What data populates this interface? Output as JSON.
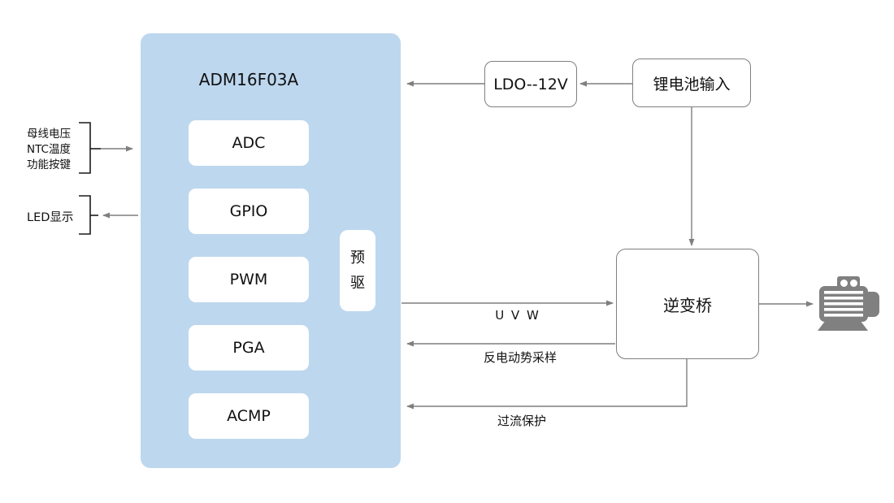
{
  "diagram": {
    "chip": {
      "title": "ADM16F03A",
      "blocks": [
        "ADC",
        "GPIO",
        "PWM",
        "PGA",
        "ACMP"
      ],
      "predriver": "预驱"
    },
    "power": {
      "ldo": "LDO--12V",
      "battery": "锂电池输入"
    },
    "inverter": "逆变桥",
    "io_labels": {
      "inputs": [
        "母线电压",
        "NTC温度",
        "功能按键"
      ],
      "output": "LED显示"
    },
    "signal_labels": {
      "uvw": "U V W",
      "bemf": "反电动势采样",
      "ocp": "过流保护"
    },
    "icons": {
      "motor": "motor-icon"
    },
    "colors": {
      "chip_fill": "#BDD7EE",
      "block_fill": "#FFFFFF",
      "box_border": "#7F7F7F",
      "line": "#7F7F7F",
      "bracket": "#1A1A1A",
      "text": "#111111",
      "motor": "#808080",
      "background": "#FFFFFF"
    }
  }
}
